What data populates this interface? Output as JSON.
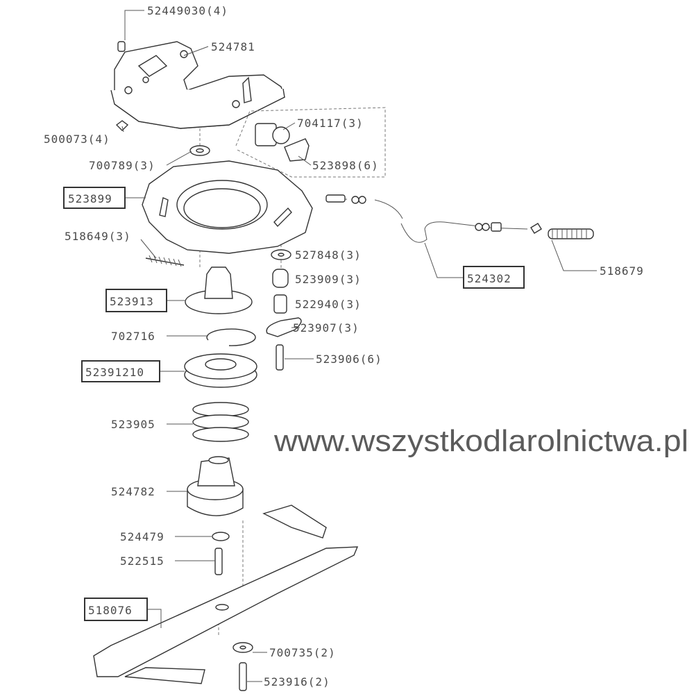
{
  "title": "Blade drive / brake assembly parts diagram",
  "parts": {
    "p52449030": "52449030(4)",
    "p524781": "524781",
    "p500073": "500073(4)",
    "p700789": "700789(3)",
    "p704117": "704117(3)",
    "p523898": "523898(6)",
    "p523899": "523899",
    "p518649": "518649(3)",
    "p527848": "527848(3)",
    "p523909": "523909(3)",
    "p522940": "522940(3)",
    "p523913": "523913",
    "p523907": "523907(3)",
    "p702716": "702716",
    "p523906": "523906(6)",
    "p52391210": "52391210",
    "p523905": "523905",
    "p524782": "524782",
    "p524479": "524479",
    "p522515": "522515",
    "p518076": "518076",
    "p700735": "700735(2)",
    "p523916": "523916(2)",
    "p524302": "524302",
    "p518679": "518679"
  },
  "watermark": "www.wszystkodlarolnictwa.pl"
}
